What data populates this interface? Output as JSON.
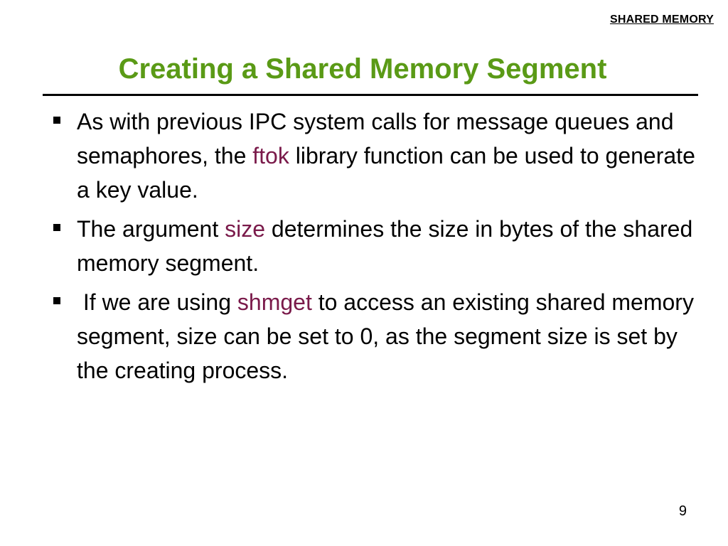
{
  "header": {
    "section_label": "SHARED MEMORY"
  },
  "title": {
    "text": "Creating a Shared Memory Segment",
    "color": "#5a9a16"
  },
  "colors": {
    "keyword": "#7a1a4a",
    "rule": "#000000"
  },
  "bullets": [
    {
      "before": "As with previous IPC system calls for message queues and semaphores, the ",
      "keyword": "ftok",
      "after": " library function can be used to generate a key value."
    },
    {
      "before": "The argument ",
      "keyword": "size",
      "after": " determines the size in bytes of the shared memory segment."
    },
    {
      "before": " If we are using ",
      "keyword": "shmget",
      "after": " to access an existing shared memory segment, size can be set to 0, as the segment size is set by the creating process."
    }
  ],
  "footer": {
    "page_number": "9"
  }
}
